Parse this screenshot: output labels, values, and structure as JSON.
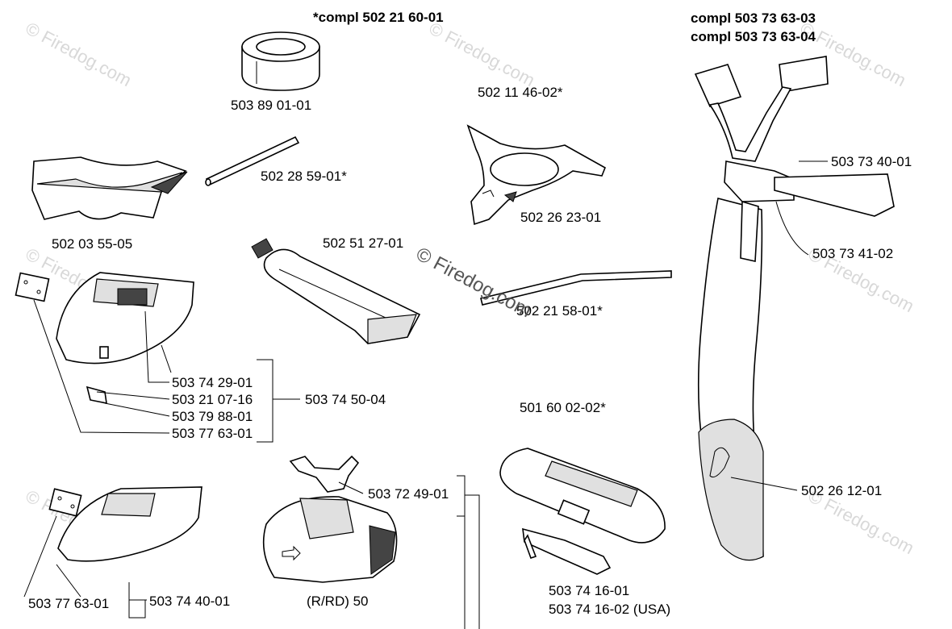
{
  "titles": {
    "trimmer_kit": "*compl 502 21 60-01",
    "harness_a": "compl 503 73 63-03",
    "harness_b": "compl 503 73 63-04"
  },
  "parts": {
    "p1": "503 89 01-01",
    "p2": "502 28 59-01*",
    "p3": "502 03 55-05",
    "p4": "502 11 46-02*",
    "p5": "502 26 23-01",
    "p6": "502 51 27-01",
    "p7": "502 21 58-01*",
    "p8": "503 74 29-01",
    "p9": "503 21 07-16",
    "p10": "503 79 88-01",
    "p11": "503 77 63-01",
    "p12": "503 74 50-04",
    "p13": "501 60 02-02*",
    "p14": "503 72 49-01",
    "p15": "503 77 63-01",
    "p16": "503 74 40-01",
    "p17": "(R/RD) 50",
    "p18": "503 74 16-01",
    "p19": "503 74 16-02 (USA)",
    "p20": "503 73 40-01",
    "p21": "503 73 41-02",
    "p22": "502 26 12-01"
  },
  "watermark": {
    "main": "© Firedog.com",
    "faint": "© Firedog.com"
  },
  "colors": {
    "line": "#000000",
    "watermark_faint": "#d8d8d8",
    "watermark_main": "#555555"
  }
}
